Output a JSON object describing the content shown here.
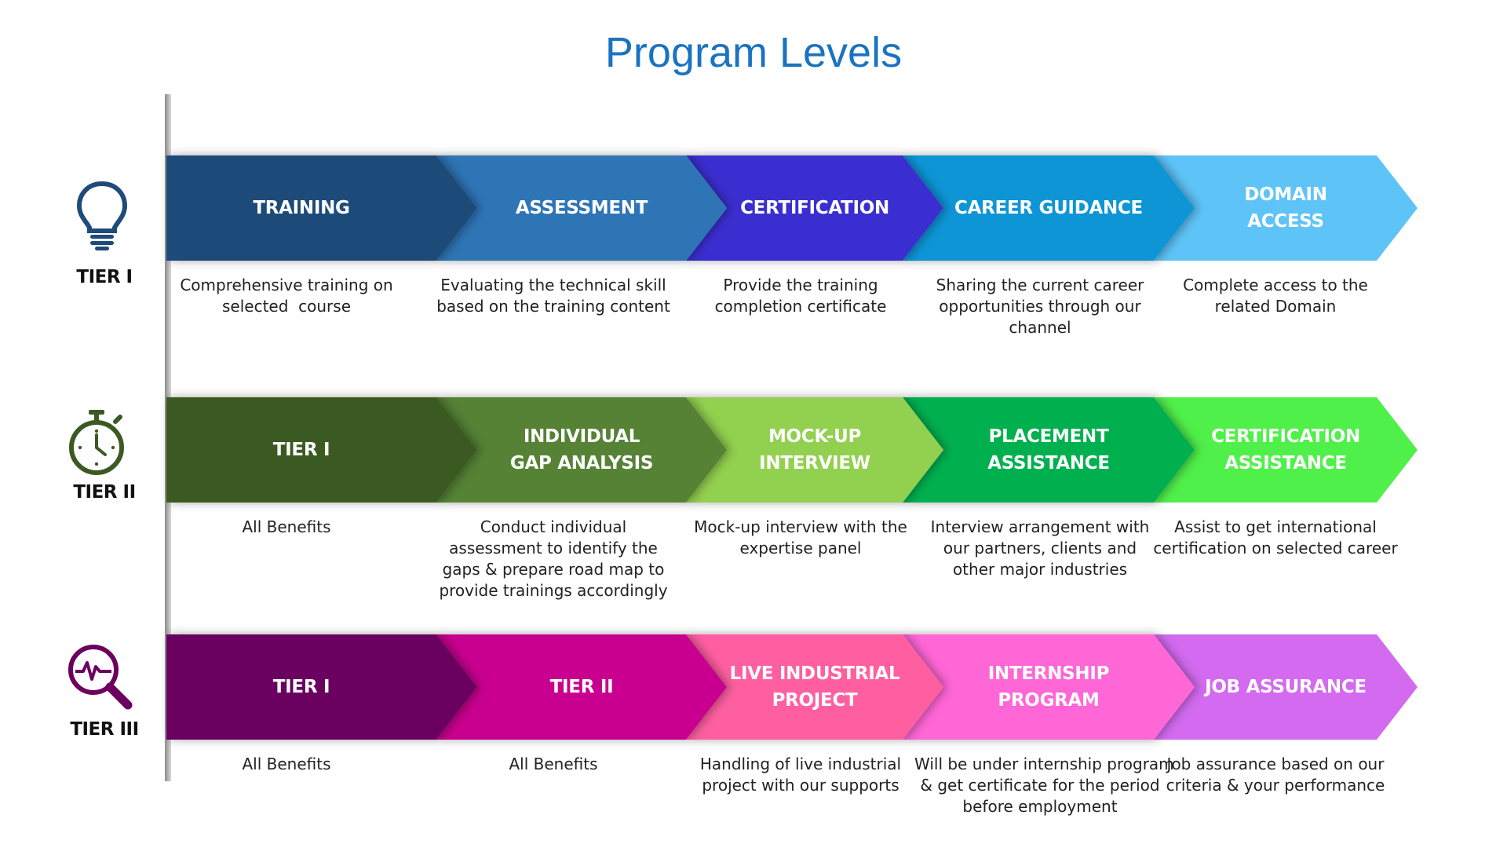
{
  "title": "Program Levels",
  "colors": {
    "title": "#1a73c1",
    "tier1": [
      "#1e4b7a",
      "#2e75b6",
      "#3a2fd0",
      "#0a95d6",
      "#5ec4f8"
    ],
    "tier2": [
      "#3b5a23",
      "#548235",
      "#92d050",
      "#00b050",
      "#4ff04a"
    ],
    "tier3": [
      "#6b005f",
      "#c9068f",
      "#ff5fa0",
      "#ff66d6",
      "#d36af0"
    ],
    "icons": {
      "tier1": "#1e4b7a",
      "tier2": "#3b5a23",
      "tier3": "#6b005f"
    }
  },
  "tiers": [
    {
      "label": "TIER I",
      "icon": "lightbulb-icon",
      "steps": [
        {
          "label": [
            "TRAINING"
          ],
          "desc": [
            "Comprehensive training on",
            "selected  course"
          ]
        },
        {
          "label": [
            "ASSESSMENT"
          ],
          "desc": [
            "Evaluating the technical skill",
            "based on the training content"
          ]
        },
        {
          "label": [
            "CERTIFICATION"
          ],
          "desc": [
            "Provide the training",
            "completion certificate"
          ]
        },
        {
          "label": [
            "CAREER GUIDANCE"
          ],
          "desc": [
            "Sharing the current career",
            "opportunities through our",
            "channel"
          ]
        },
        {
          "label": [
            "DOMAIN",
            "ACCESS"
          ],
          "desc": [
            "Complete access to the",
            "related Domain"
          ]
        }
      ]
    },
    {
      "label": "TIER II",
      "icon": "stopwatch-icon",
      "steps": [
        {
          "label": [
            "TIER I"
          ],
          "desc": [
            "All Benefits"
          ]
        },
        {
          "label": [
            "INDIVIDUAL",
            "GAP  ANALYSIS"
          ],
          "desc": [
            "Conduct individual",
            "assessment to identify the",
            "gaps & prepare road map to",
            "provide trainings accordingly"
          ]
        },
        {
          "label": [
            "MOCK-UP INTERVIEW"
          ],
          "desc": [
            "Mock-up interview with the",
            "expertise panel"
          ]
        },
        {
          "label": [
            "PLACEMENT",
            "ASSISTANCE"
          ],
          "desc": [
            "Interview arrangement with",
            "our partners, clients and",
            "other major industries"
          ]
        },
        {
          "label": [
            "CERTIFICATION",
            "ASSISTANCE"
          ],
          "desc": [
            "Assist to get international",
            "certification on selected career"
          ]
        }
      ]
    },
    {
      "label": "TIER III",
      "icon": "search-pulse-icon",
      "steps": [
        {
          "label": [
            "TIER I"
          ],
          "desc": [
            "All Benefits"
          ]
        },
        {
          "label": [
            "TIER II"
          ],
          "desc": [
            "All Benefits"
          ]
        },
        {
          "label": [
            "LIVE INDUSTRIAL",
            "PROJECT"
          ],
          "desc": [
            "Handling of live industrial",
            "project with our supports"
          ]
        },
        {
          "label": [
            "INTERNSHIP",
            "PROGRAM"
          ],
          "desc": [
            "Will be under internship program",
            "& get certificate for the period",
            "before employment"
          ]
        },
        {
          "label": [
            "JOB ASSURANCE"
          ],
          "desc": [
            "Job assurance based on our",
            "criteria & your performance"
          ]
        }
      ]
    }
  ]
}
